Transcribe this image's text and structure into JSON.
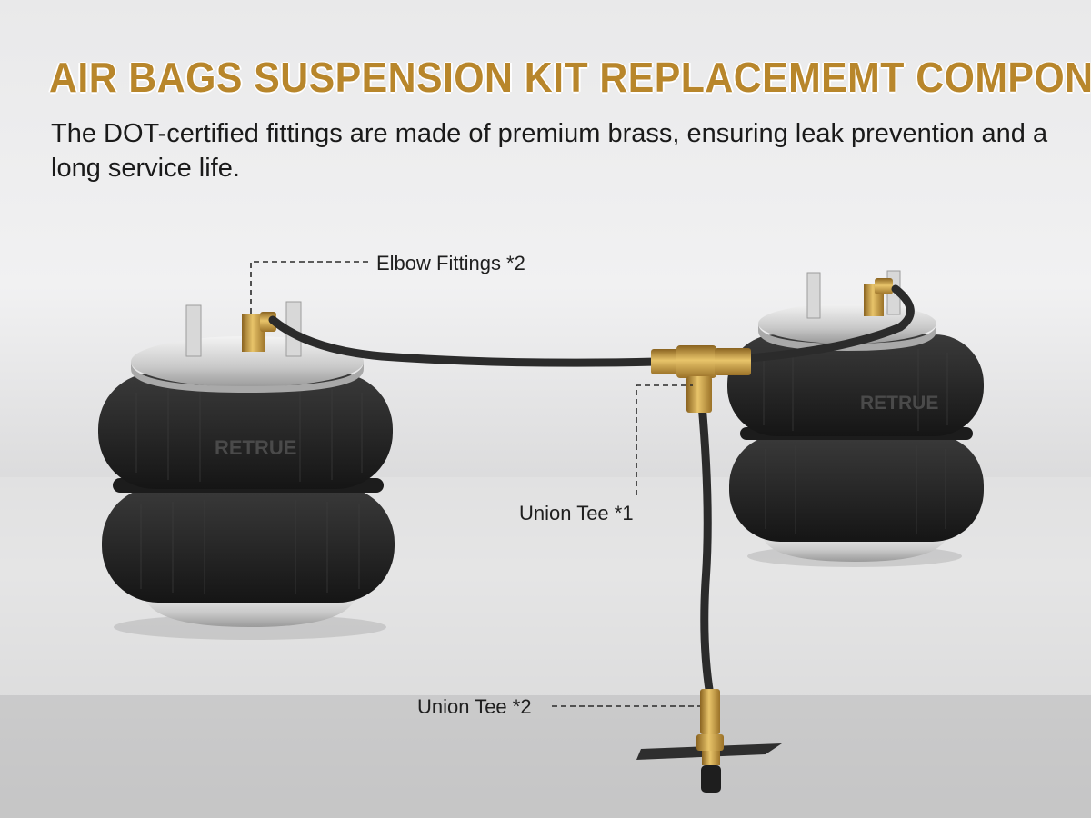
{
  "headline": "AIR BAGS SUSPENSION KIT REPLACEMEMT COMPONENTS",
  "subtitle": "The DOT-certified fittings are made of premium brass, ensuring leak prevention and a long service life.",
  "callouts": {
    "elbow": "Elbow Fittings *2",
    "tee1": "Union Tee *1",
    "tee2": "Union Tee *2"
  },
  "brand": "RETRUE",
  "colors": {
    "headline": "#b8862b",
    "text": "#1a1a1a",
    "brass": "#c99a3c",
    "rubber": "#232323"
  }
}
